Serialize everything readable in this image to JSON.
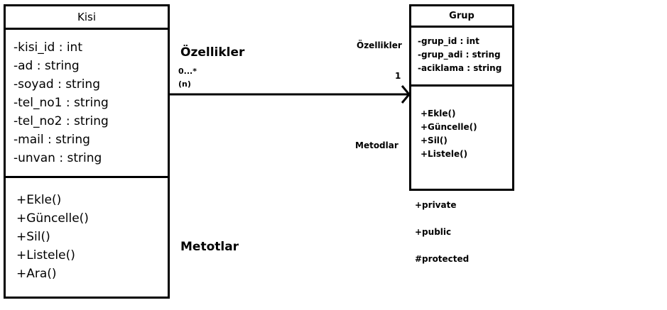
{
  "kisi": {
    "name": "Kisi",
    "attributes": [
      "-kisi_id : int",
      "-ad : string",
      "-soyad : string",
      "-tel_no1 : string",
      "-tel_no2 : string",
      "-mail : string",
      "-unvan : string"
    ],
    "methods": [
      "+Ekle()",
      "+Güncelle()",
      "+Sil()",
      "+Listele()",
      "+Ara()"
    ]
  },
  "grup": {
    "name": "Grup",
    "attributes": [
      "-grup_id : int",
      "-grup_adi : string",
      "-aciklama : string"
    ],
    "methods": [
      "+Ekle()",
      "+Güncelle()",
      "+Sil()",
      "+Listele()"
    ]
  },
  "labels": {
    "ozellikler_left": "Özellikler",
    "metotlar_left": "Metotlar",
    "ozellikler_right": "Özellikler",
    "metodlar_right": "Metodlar"
  },
  "association": {
    "multiplicity_many": "0...*",
    "multiplicity_many_alt": "(n)",
    "multiplicity_one": "1"
  },
  "legend": [
    "+private",
    "+public",
    "#protected"
  ]
}
